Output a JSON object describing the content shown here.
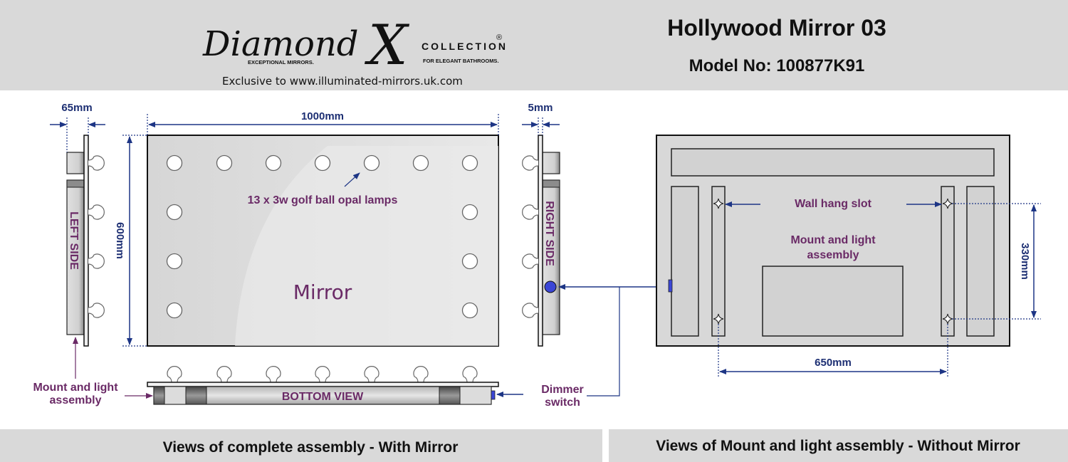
{
  "header": {
    "brand": "Diamond X COLLECTION",
    "brand_tag_left": "EXCEPTIONAL MIRRORS.",
    "brand_tag_right": "FOR ELEGANT BATHROOMS.",
    "exclusive": "Exclusive to www.illuminated-mirrors.uk.com",
    "title": "Hollywood Mirror 03",
    "model": "Model No: 100877K91"
  },
  "dimensions": {
    "left_depth": "65mm",
    "width": "1000mm",
    "height": "600mm",
    "right_depth": "5mm",
    "slot_horizontal": "650mm",
    "slot_vertical": "330mm"
  },
  "labels": {
    "lamps": "13 x 3w golf ball opal lamps",
    "mirror": "Mirror",
    "left_side": "LEFT SIDE",
    "right_side": "RIGHT SIDE",
    "bottom_view": "BOTTOM VIEW",
    "mount_line1": "Mount and light",
    "mount_line2": "assembly",
    "dimmer_line1": "Dimmer",
    "dimmer_line2": "switch",
    "wall_hang_slot": "Wall hang slot",
    "mount2_line1": "Mount and light",
    "mount2_line2": "assembly"
  },
  "footer": {
    "left": "Views of  complete assembly - With Mirror",
    "right": "Views of Mount and light assembly - Without Mirror"
  },
  "colors": {
    "navy": "#1d2f73",
    "purple": "#6a2a66",
    "band": "#d9d9d9",
    "knob": "#3b46d6"
  }
}
